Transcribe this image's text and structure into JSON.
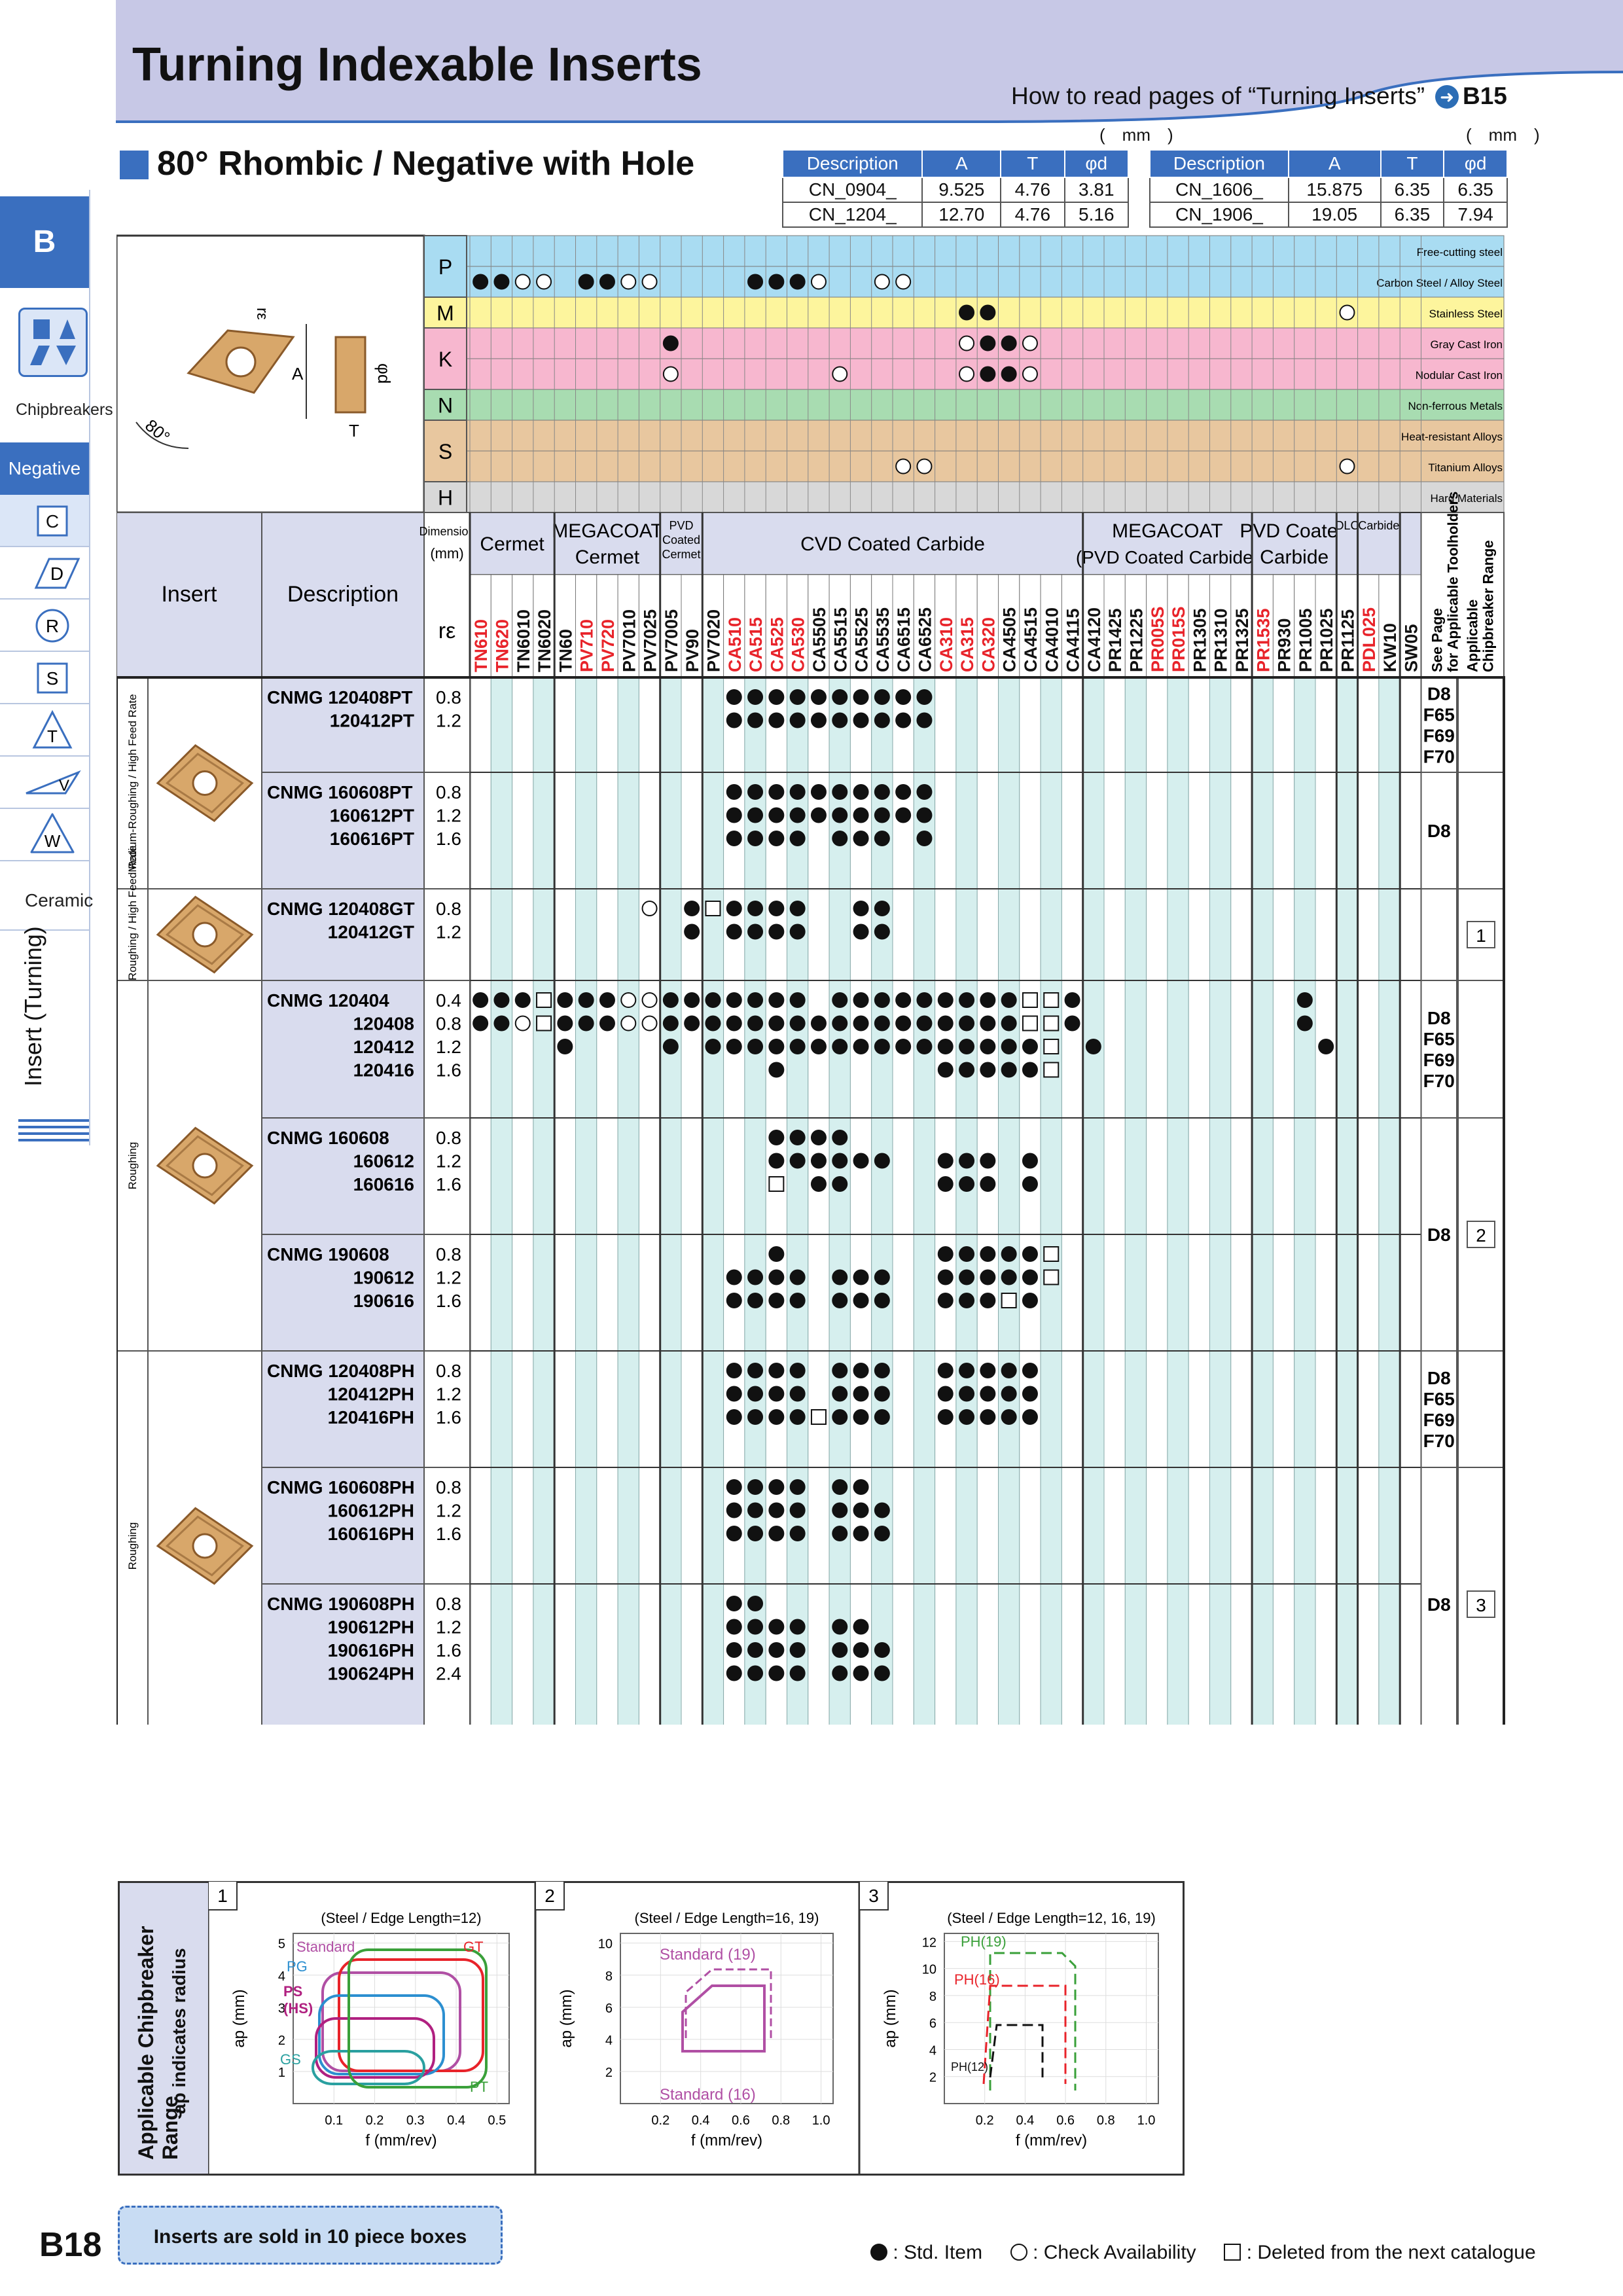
{
  "header": {
    "title": "Turning Indexable Inserts",
    "howto_text": "How to read pages of “Turning Inserts”",
    "howto_ref": "B15"
  },
  "sidebar": {
    "tab": "B",
    "chipbreakers": "Chipbreakers",
    "negative": "Negative",
    "ceramic": "Ceramic",
    "insert_turning": "Insert (Turning)",
    "shapes": [
      "C",
      "D",
      "R",
      "S",
      "T",
      "V",
      "W"
    ]
  },
  "section": {
    "title": "80° Rhombic / Negative with Hole",
    "unit": "(　mm　)"
  },
  "dims_left": {
    "headers": [
      "Description",
      "A",
      "T",
      "φd"
    ],
    "rows": [
      [
        "CN_0904_",
        "9.525",
        "4.76",
        "3.81"
      ],
      [
        "CN_1204_",
        "12.70",
        "4.76",
        "5.16"
      ]
    ]
  },
  "dims_right": {
    "headers": [
      "Description",
      "A",
      "T",
      "φd"
    ],
    "rows": [
      [
        "CN_1606_",
        "15.875",
        "6.35",
        "6.35"
      ],
      [
        "CN_1906_",
        "19.05",
        "6.35",
        "7.94"
      ]
    ]
  },
  "drawing": {
    "re": "rε",
    "a": "A",
    "phid": "φd",
    "t": "T",
    "angle": "80°"
  },
  "materials": [
    {
      "code": "P",
      "labels": [
        "Free-cutting steel",
        "Carbon Steel / Alloy Steel"
      ],
      "color": "#a9dcf2"
    },
    {
      "code": "M",
      "labels": [
        "Stainless Steel"
      ],
      "color": "#fdf59d"
    },
    {
      "code": "K",
      "labels": [
        "Gray Cast Iron",
        "Nodular Cast Iron"
      ],
      "color": "#f7b7cf"
    },
    {
      "code": "N",
      "labels": [
        "Non-ferrous Metals"
      ],
      "color": "#a8dcb1"
    },
    {
      "code": "S",
      "labels": [
        "Heat-resistant Alloys",
        "Titanium Alloys"
      ],
      "color": "#e8c79f"
    },
    {
      "code": "H",
      "labels": [
        "Hard Materials"
      ],
      "color": "#d8d8d8"
    }
  ],
  "grade_groups": [
    {
      "name": "Cermet",
      "count": 4
    },
    {
      "name": "MEGACOAT Cermet",
      "count": 5
    },
    {
      "name": "PVD Coated Cermet",
      "count": 2
    },
    {
      "name": "CVD Coated Carbide",
      "count": 18
    },
    {
      "name": "MEGACOAT (PVD Coated Carbide)",
      "count": 8
    },
    {
      "name": "PVD Coated Carbide",
      "count": 4
    },
    {
      "name": "DLC",
      "count": 1
    },
    {
      "name": "Carbide",
      "count": 2
    }
  ],
  "grades": [
    {
      "name": "TN610",
      "color": "#e8232a"
    },
    {
      "name": "TN620",
      "color": "#e8232a"
    },
    {
      "name": "TN6010",
      "color": "#111111"
    },
    {
      "name": "TN6020",
      "color": "#111111"
    },
    {
      "name": "TN60",
      "color": "#111111"
    },
    {
      "name": "PV710",
      "color": "#e8232a"
    },
    {
      "name": "PV720",
      "color": "#e8232a"
    },
    {
      "name": "PV7010",
      "color": "#111111"
    },
    {
      "name": "PV7025",
      "color": "#111111"
    },
    {
      "name": "PV7005",
      "color": "#111111"
    },
    {
      "name": "PV90",
      "color": "#111111"
    },
    {
      "name": "PV7020",
      "color": "#111111"
    },
    {
      "name": "CA510",
      "color": "#e8232a"
    },
    {
      "name": "CA515",
      "color": "#e8232a"
    },
    {
      "name": "CA525",
      "color": "#e8232a"
    },
    {
      "name": "CA530",
      "color": "#e8232a"
    },
    {
      "name": "CA5505",
      "color": "#111111"
    },
    {
      "name": "CA5515",
      "color": "#111111"
    },
    {
      "name": "CA5525",
      "color": "#111111"
    },
    {
      "name": "CA5535",
      "color": "#111111"
    },
    {
      "name": "CA6515",
      "color": "#111111"
    },
    {
      "name": "CA6525",
      "color": "#111111"
    },
    {
      "name": "CA310",
      "color": "#e8232a"
    },
    {
      "name": "CA315",
      "color": "#e8232a"
    },
    {
      "name": "CA320",
      "color": "#e8232a"
    },
    {
      "name": "CA4505",
      "color": "#111111"
    },
    {
      "name": "CA4515",
      "color": "#111111"
    },
    {
      "name": "CA4010",
      "color": "#111111"
    },
    {
      "name": "CA4115",
      "color": "#111111"
    },
    {
      "name": "CA4120",
      "color": "#111111"
    },
    {
      "name": "PR1425",
      "color": "#111111"
    },
    {
      "name": "PR1225",
      "color": "#111111"
    },
    {
      "name": "PR005S",
      "color": "#e8232a"
    },
    {
      "name": "PR015S",
      "color": "#e8232a"
    },
    {
      "name": "PR1305",
      "color": "#111111"
    },
    {
      "name": "PR1310",
      "color": "#111111"
    },
    {
      "name": "PR1325",
      "color": "#111111"
    },
    {
      "name": "PR1535",
      "color": "#e8232a"
    },
    {
      "name": "PR930",
      "color": "#111111"
    },
    {
      "name": "PR1005",
      "color": "#111111"
    },
    {
      "name": "PR1025",
      "color": "#111111"
    },
    {
      "name": "PR1125",
      "color": "#111111"
    },
    {
      "name": "PDL025",
      "color": "#e8232a"
    },
    {
      "name": "KW10",
      "color": "#111111"
    },
    {
      "name": "SW05",
      "color": "#111111"
    }
  ],
  "column_heads": {
    "dimension": "Dimension (mm)",
    "insert": "Insert",
    "description": "Description",
    "re": "rε",
    "see_page": "See Page for Applicable Toolholders",
    "chip_range": "Applicable Chipbreaker Range"
  },
  "rows": [
    {
      "group": "Medium-Roughing / High Feed Rate",
      "code": "CNMG 120408PT",
      "re": "0.8",
      "marks": "............SSSSSSSSSS..................",
      "page": "D8"
    },
    {
      "group": "",
      "code": "120412PT",
      "re": "1.2",
      "marks": "............SSSSSSSSSS..................",
      "page": "F65"
    },
    {
      "group": "",
      "code": "CNMG 160608PT",
      "re": "0.8",
      "marks": "............SSSSSSSSSS..................",
      "page": "D8"
    },
    {
      "group": "",
      "code": "160612PT",
      "re": "1.2",
      "marks": "............SSSSSSSSSS..................",
      "page": ""
    },
    {
      "group": "",
      "code": "160616PT",
      "re": "1.6",
      "marks": "............SSSS.SSS.S..................",
      "page": ""
    },
    {
      "group": "Medium-Roughing / High Feed Rate",
      "code": "CNMG 120408GT",
      "re": "0.8",
      "marks": "........C.SDSSSS..SS....................",
      "page": ""
    },
    {
      "group": "",
      "code": "120412GT",
      "re": "1.2",
      "marks": "..........S.SSSS..SS....................",
      "page": ""
    },
    {
      "group": "Roughing",
      "code": "CNMG 120404",
      "re": "0.4",
      "marks": "SSSDSSSCCSSSSSSS.SSSSSSSSSDDS..........S",
      "page": "D8"
    },
    {
      "group": "",
      "code": "120408",
      "re": "0.8",
      "marks": "SSCDSSSCCSSSSSSSSSSSSSSSSSDDS..........S",
      "page": "F65"
    },
    {
      "group": "",
      "code": "120412",
      "re": "1.2",
      "marks": "....S....S.SSSSSSSSSSSSSSSSD.S..........S",
      "page": "F69"
    },
    {
      "group": "",
      "code": "120416",
      "re": "1.6",
      "marks": "..............S.......SSSSSD............",
      "page": "F70"
    },
    {
      "group": "",
      "code": "CNMG 160608",
      "re": "0.8",
      "marks": "..............SSSS......................",
      "page": ""
    },
    {
      "group": "",
      "code": "160612",
      "re": "1.2",
      "marks": "..............SSSSSS..SSS.S.............",
      "page": ""
    },
    {
      "group": "",
      "code": "160616",
      "re": "1.6",
      "marks": "..............D.SS....SSS.S.............",
      "page": ""
    },
    {
      "group": "",
      "code": "CNMG 190608",
      "re": "0.8",
      "marks": "..............S.......SSSSSD............",
      "page": "D8"
    },
    {
      "group": "",
      "code": "190612",
      "re": "1.2",
      "marks": "............SSSS.SSS..SSSSSD............",
      "page": ""
    },
    {
      "group": "",
      "code": "190616",
      "re": "1.6",
      "marks": "............SSSS.SSS..SSSDS.............",
      "page": ""
    },
    {
      "group": "Roughing",
      "code": "CNMG 120408PH",
      "re": "0.8",
      "marks": "............SSSS.SSS..SSSSS.............",
      "page": "D8"
    },
    {
      "group": "",
      "code": "120412PH",
      "re": "1.2",
      "marks": "............SSSS.SSS..SSSSS.............",
      "page": "F65"
    },
    {
      "group": "",
      "code": "120416PH",
      "re": "1.6",
      "marks": "............SSSSDSSS..SSSSS.............",
      "page": "F69"
    },
    {
      "group": "",
      "code": "CNMG 160608PH",
      "re": "0.8",
      "marks": "............SSSS.SS.....................",
      "page": ""
    },
    {
      "group": "",
      "code": "160612PH",
      "re": "1.2",
      "marks": "............SSSS.SSS....................",
      "page": ""
    },
    {
      "group": "",
      "code": "160616PH",
      "re": "1.6",
      "marks": "............SSSS.SSS....................",
      "page": ""
    },
    {
      "group": "",
      "code": "CNMG 190608PH",
      "re": "0.8",
      "marks": "............SS............................",
      "page": "D8"
    },
    {
      "group": "",
      "code": "190612PH",
      "re": "1.2",
      "marks": "............SSSS.SS.....................",
      "page": ""
    },
    {
      "group": "",
      "code": "190616PH",
      "re": "1.6",
      "marks": "............SSSS.SSS....................",
      "page": ""
    },
    {
      "group": "",
      "code": "190624PH",
      "re": "2.4",
      "marks": "............SSSS.SSS....................",
      "page": ""
    }
  ],
  "row_pages": [
    {
      "lines": [
        "D8",
        "F65",
        "F69",
        "F70"
      ],
      "box": ""
    },
    {
      "lines": [
        "D8"
      ],
      "box": ""
    },
    {
      "lines": [],
      "box": "1"
    },
    {
      "lines": [
        "D8",
        "F65",
        "F69",
        "F70"
      ],
      "box": ""
    },
    {
      "lines": [
        "D8"
      ],
      "box": "2"
    },
    {
      "lines": [
        "D8",
        "F65",
        "F69",
        "F70"
      ],
      "box": ""
    },
    {
      "lines": [
        "D8"
      ],
      "box": "3"
    }
  ],
  "chip_charts": {
    "side_title": "Applicable Chipbreaker Range",
    "side_sub": "ap indicates radius",
    "panels": [
      {
        "num": "1",
        "subtitle": "(Steel / Edge Length=12)",
        "ylabel": "ap (mm)",
        "xlabel": "f (mm/rev)",
        "yticks": [
          "1",
          "2",
          "3",
          "4",
          "5"
        ],
        "xticks": [
          "0.1",
          "0.2",
          "0.3",
          "0.4",
          "0.5"
        ],
        "labels": [
          {
            "t": "Standard",
            "c": "#b04fa4"
          },
          {
            "t": "GT",
            "c": "#e8232a"
          },
          {
            "t": "PG",
            "c": "#2c8fd0"
          },
          {
            "t": "PS",
            "c": "#b02080"
          },
          {
            "t": "(HS)",
            "c": "#b02080"
          },
          {
            "t": "GS",
            "c": "#2aa0a0"
          },
          {
            "t": "PT",
            "c": "#3aa03a"
          }
        ]
      },
      {
        "num": "2",
        "subtitle": "(Steel / Edge Length=16, 19)",
        "ylabel": "ap (mm)",
        "xlabel": "f (mm/rev)",
        "yticks": [
          "2",
          "4",
          "6",
          "8",
          "10"
        ],
        "xticks": [
          "0.2",
          "0.4",
          "0.6",
          "0.8",
          "1.0"
        ],
        "labels": [
          {
            "t": "Standard (19)",
            "c": "#b04fa4"
          },
          {
            "t": "Standard (16)",
            "c": "#b04fa4"
          }
        ]
      },
      {
        "num": "3",
        "subtitle": "(Steel / Edge Length=12, 16, 19)",
        "ylabel": "ap (mm)",
        "xlabel": "f (mm/rev)",
        "yticks": [
          "2",
          "4",
          "6",
          "8",
          "10",
          "12"
        ],
        "xticks": [
          "0.2",
          "0.4",
          "0.6",
          "0.8",
          "1.0"
        ],
        "labels": [
          {
            "t": "PH(19)",
            "c": "#3aa03a"
          },
          {
            "t": "PH(16)",
            "c": "#e8232a"
          },
          {
            "t": "PH(12)",
            "c": "#111111"
          }
        ]
      }
    ]
  },
  "footer": {
    "note": "Inserts are sold in 10 piece boxes",
    "page": "B18",
    "legend_std": ": Std. Item",
    "legend_check": ": Check Availability",
    "legend_deleted": ": Deleted from the next catalogue"
  }
}
